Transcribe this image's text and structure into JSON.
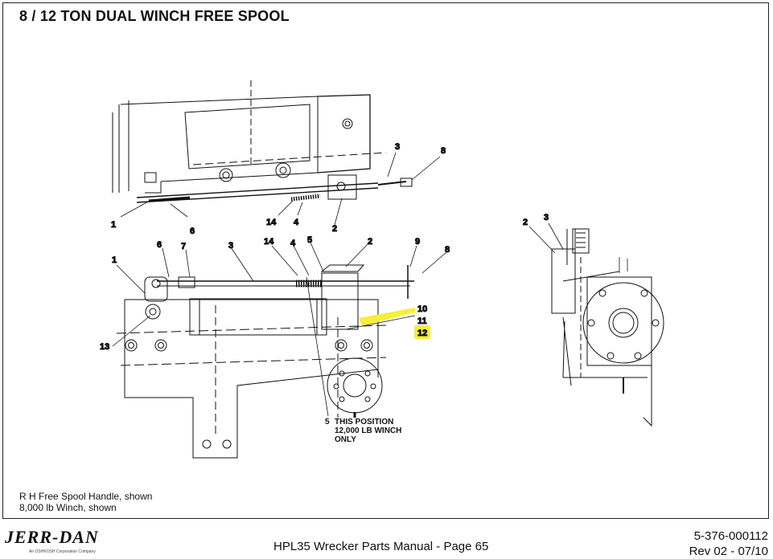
{
  "title": "8 / 12 TON DUAL WINCH FREE SPOOL",
  "callouts_top": [
    "3",
    "8",
    "1",
    "6",
    "14",
    "4",
    "2"
  ],
  "callouts_side": [
    "1",
    "6",
    "7",
    "3",
    "14",
    "4",
    "5",
    "2",
    "9",
    "8",
    "13",
    "10",
    "11",
    "12"
  ],
  "callouts_right": [
    "2",
    "3"
  ],
  "note": {
    "number": "5",
    "lines": [
      "THIS POSITION",
      "12,000 LB WINCH",
      "ONLY"
    ]
  },
  "caption": [
    "R H Free Spool Handle, shown",
    "8,000 lb Winch, shown"
  ],
  "footer": {
    "logo": "JERR-DAN",
    "logo_tag": "An OSHKOSH Corporation Company",
    "manual": "HPL35 Wrecker Parts Manual  -  Page 65",
    "part_number": "5-376-000112",
    "revision": "Rev 02 - 07/10"
  },
  "colors": {
    "highlight": "#f5ef3a"
  }
}
